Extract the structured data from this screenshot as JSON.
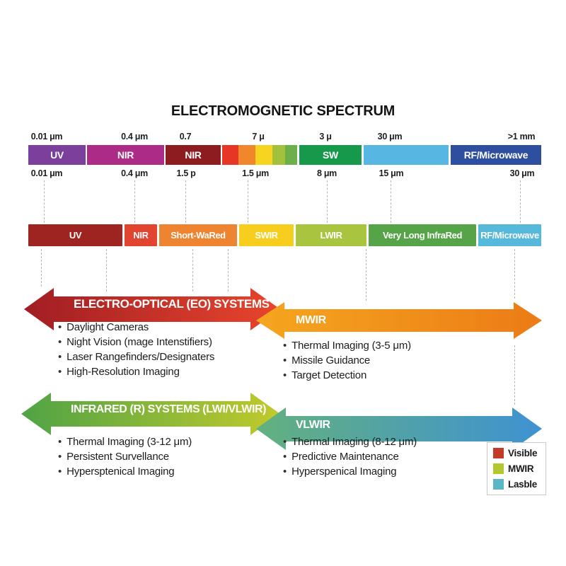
{
  "title": "ELECTROMOGNETIC SPECTRUM",
  "spectrum_bar": {
    "ticks_above": [
      "0.01 μm",
      "0.4 μm",
      "0.7",
      "7 μ",
      "3 μ",
      "30 μm",
      ">1 mm"
    ],
    "ticks_below": [
      "0.01 μm",
      "0.4 μm",
      "1.5 p",
      "1.5 μm",
      "8 μm",
      "15 μm",
      "30 μm"
    ],
    "segments": [
      {
        "label": "UV",
        "color": "#7c3f9c"
      },
      {
        "label": "NIR",
        "color": "#ab2b87"
      },
      {
        "label": "NIR",
        "color": "#8d1c20"
      },
      {
        "label": "",
        "color": "#e73526"
      },
      {
        "label": "",
        "color": "#f0882b"
      },
      {
        "label": "",
        "color": "#f6d41f"
      },
      {
        "label": "",
        "color": "#a3c13d"
      },
      {
        "label": "",
        "color": "#6db04a"
      },
      {
        "label": "SW",
        "color": "#17994b"
      },
      {
        "label": "",
        "color": "#57b6e2"
      },
      {
        "label": "RF/Microwave",
        "color": "#2e4fa0"
      }
    ]
  },
  "band_bar": {
    "segments": [
      {
        "label": "UV",
        "color": "#9e2421"
      },
      {
        "label": "NIR",
        "color": "#e1452f"
      },
      {
        "label": "Short-WaRed",
        "color": "#ee8330"
      },
      {
        "label": "SWIR",
        "color": "#f7ce1d"
      },
      {
        "label": "LWIR",
        "color": "#a9c43e"
      },
      {
        "label": "Very Long InfraRed",
        "color": "#55a447"
      },
      {
        "label": "RF/Microwave",
        "color": "#56b8da"
      }
    ]
  },
  "systems": {
    "eo": {
      "title": "ELECTRO-OPTICAL (EO) SYSTEMS",
      "color_from": "#a11d23",
      "color_to": "#e8452d",
      "bullets": [
        "Daylight Cameras",
        "Night Vision (mage Intenstifiers)",
        "Laser Rangefinders/Designaters",
        "High-Resolution Imaging"
      ]
    },
    "mwir": {
      "title": "MWIR",
      "color_from": "#f5a61f",
      "color_to": "#ec7b16",
      "bullets": [
        "Thermal Imaging (3-5 μm)",
        "Missile Guidance",
        "Target Detection"
      ]
    },
    "ir": {
      "title": "INFRARED (R) SYSTEMS (LWI/VLWIR)",
      "color_from": "#4fa346",
      "color_to": "#c1ca2b",
      "bullets": [
        "Thermal Imaging (3-12 μm)",
        "Persistent Survellance",
        "Hypersptenical Imaging"
      ]
    },
    "vlwir": {
      "title": "VLWIR",
      "color_from": "#63b17f",
      "color_to": "#3f92d2",
      "bullets": [
        "Thermal Imaging (8-12 μm)",
        "Predictive Maintenance",
        "Hyperspenical Imaging"
      ]
    }
  },
  "legend": {
    "items": [
      {
        "label": "Visible",
        "color": "#c23a28"
      },
      {
        "label": "MWIR",
        "color": "#b5c72f"
      },
      {
        "label": "Lasble",
        "color": "#5db5c8"
      }
    ]
  }
}
